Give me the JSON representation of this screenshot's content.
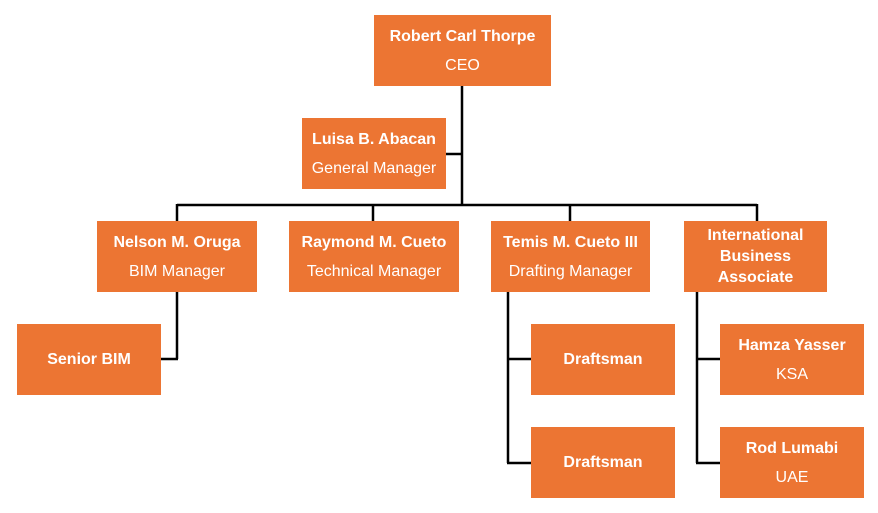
{
  "nodes": {
    "ceo": {
      "name": "Robert Carl Thorpe",
      "role": "CEO"
    },
    "gm": {
      "name": "Luisa B. Abacan",
      "role": "General Manager"
    },
    "bim": {
      "name": "Nelson M. Oruga",
      "role": "BIM Manager"
    },
    "tech": {
      "name": "Raymond M. Cueto",
      "role": "Technical Manager"
    },
    "draft": {
      "name": "Temis M. Cueto III",
      "role": "Drafting Manager"
    },
    "iba": {
      "name": "International Business Associate"
    },
    "senior_bim": {
      "name": "Senior BIM"
    },
    "draftsman1": {
      "name": "Draftsman"
    },
    "draftsman2": {
      "name": "Draftsman"
    },
    "hamza": {
      "name": "Hamza Yasser",
      "role": "KSA"
    },
    "rod": {
      "name": "Rod Lumabi",
      "role": "UAE"
    }
  },
  "colors": {
    "box": "#EC7533",
    "line": "#000000",
    "text": "#FFFFFF"
  }
}
